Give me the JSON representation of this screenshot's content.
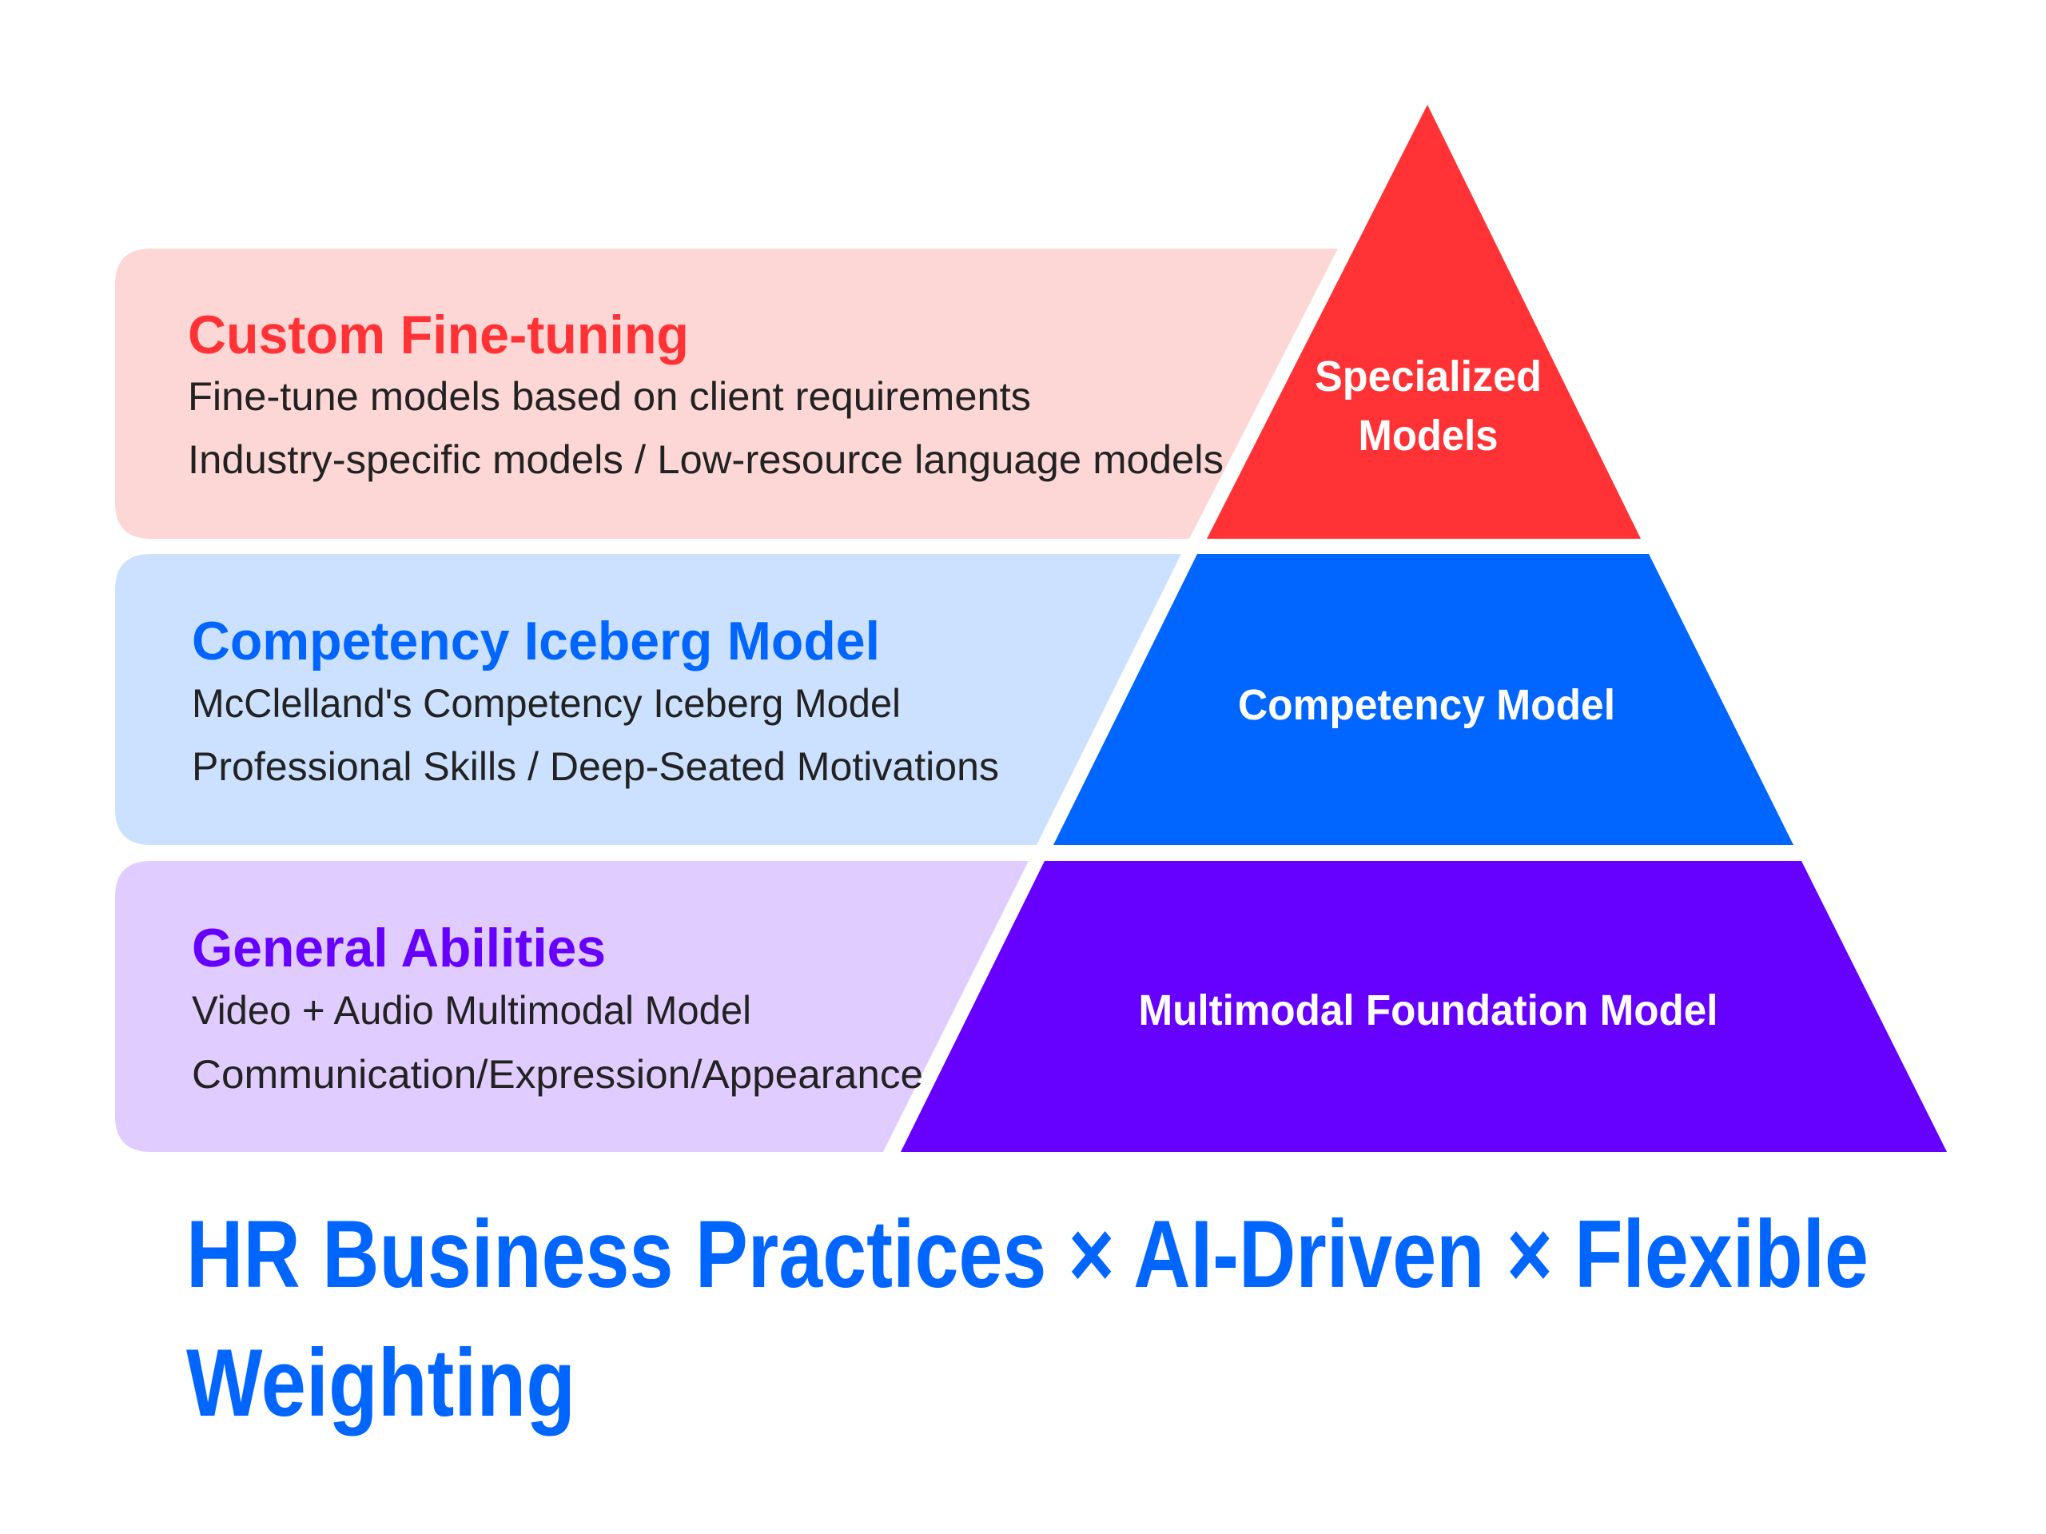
{
  "colors": {
    "background": "#FFFFFF",
    "tier_top": "#FF3336",
    "tier_middle": "#0066FF",
    "tier_bottom": "#6600FF",
    "panel_top": "#FDD6D6",
    "panel_middle": "#CCE0FF",
    "panel_bottom": "#E0CCFF",
    "description_text": "#222222",
    "tier_label_text": "#FFFFFF",
    "tagline": "#0066FF"
  },
  "panels": [
    {
      "title": "Custom Fine-tuning",
      "lines": [
        "Fine-tune models based on client requirements",
        "Industry-specific models / Low-resource language models"
      ]
    },
    {
      "title": "Competency Iceberg Model",
      "lines": [
        "McClelland's Competency Iceberg Model",
        "Professional Skills / Deep-Seated Motivations"
      ]
    },
    {
      "title": "General Abilities",
      "lines": [
        "Video + Audio Multimodal Model",
        "Communication/Expression/Appearance"
      ]
    }
  ],
  "pyramid": {
    "tiers": [
      {
        "label_lines": [
          "Specialized",
          "Models"
        ]
      },
      {
        "label_lines": [
          "Competency Model"
        ]
      },
      {
        "label_lines": [
          "Multimodal Foundation Model"
        ]
      }
    ]
  },
  "tagline": {
    "lines": [
      "HR Business Practices × AI-Driven × Flexible",
      "Weighting"
    ]
  }
}
